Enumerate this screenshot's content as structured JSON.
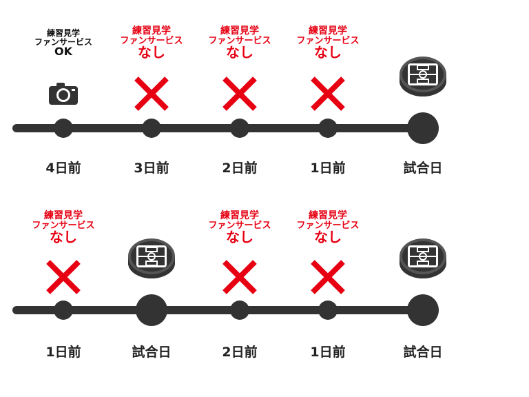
{
  "colors": {
    "timeline": "#333333",
    "prohibited": "#e60012",
    "text": "#222222"
  },
  "row1": {
    "events": [
      {
        "label": "4日前",
        "note": [
          "練習見学",
          "ファンサービス",
          "OK"
        ],
        "note_color": "dark",
        "icon": "camera-icon"
      },
      {
        "label": "3日前",
        "note": [
          "練習見学",
          "ファンサービス",
          "なし"
        ],
        "note_color": "red",
        "icon": "cross-mark-icon"
      },
      {
        "label": "2日前",
        "note": [
          "練習見学",
          "ファンサービス",
          "なし"
        ],
        "note_color": "red",
        "icon": "cross-mark-icon"
      },
      {
        "label": "1日前",
        "note": [
          "練習見学",
          "ファンサービス",
          "なし"
        ],
        "note_color": "red",
        "icon": "cross-mark-icon"
      },
      {
        "label": "試合日",
        "icon": "stadium-icon"
      }
    ]
  },
  "row2": {
    "events": [
      {
        "label": "1日前",
        "note": [
          "練習見学",
          "ファンサービス",
          "なし"
        ],
        "note_color": "red",
        "icon": "cross-mark-icon"
      },
      {
        "label": "試合日",
        "icon": "stadium-icon"
      },
      {
        "label": "2日前",
        "note": [
          "練習見学",
          "ファンサービス",
          "なし"
        ],
        "note_color": "red",
        "icon": "cross-mark-icon"
      },
      {
        "label": "1日前",
        "note": [
          "練習見学",
          "ファンサービス",
          "なし"
        ],
        "note_color": "red",
        "icon": "cross-mark-icon"
      },
      {
        "label": "試合日",
        "icon": "stadium-icon"
      }
    ]
  }
}
